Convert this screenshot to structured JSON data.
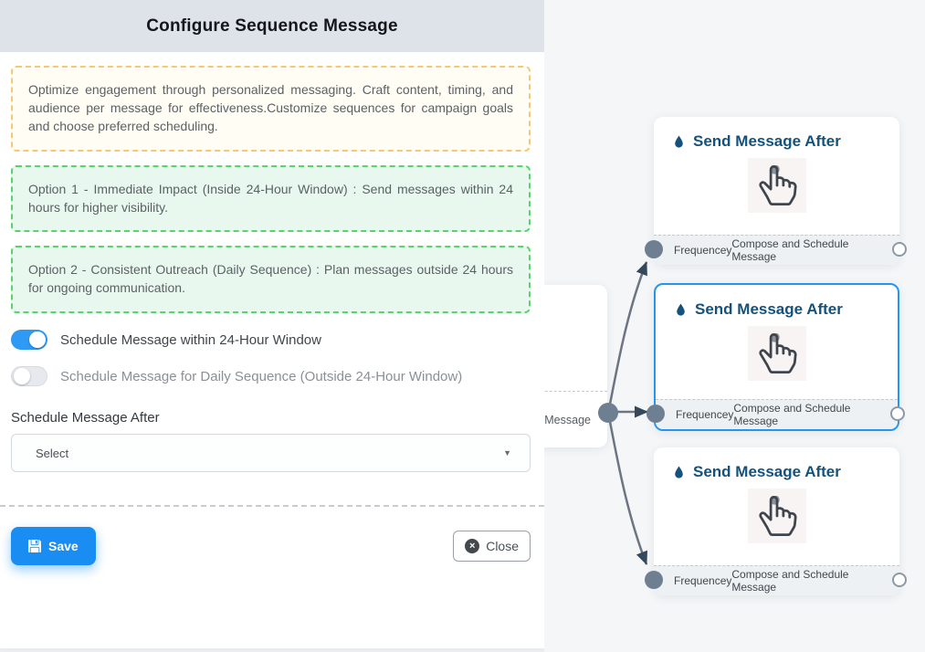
{
  "panel": {
    "title": "Configure Sequence Message",
    "intro_text": "Optimize engagement through personalized messaging. Craft content, timing, and audience per message for effectiveness.Customize sequences for campaign goals and choose preferred scheduling.",
    "option1_text": "Option 1 - Immediate Impact (Inside 24-Hour Window) : Send messages within 24 hours for higher visibility.",
    "option2_text": "Option 2 - Consistent Outreach (Daily Sequence) : Plan messages outside 24 hours for ongoing communication.",
    "toggle_within": {
      "label": "Schedule Message within 24-Hour Window",
      "state": "on"
    },
    "toggle_daily": {
      "label": "Schedule Message for Daily Sequence (Outside 24-Hour Window)",
      "state": "off"
    },
    "schedule_after_label": "Schedule Message After",
    "select_placeholder": "Select",
    "save_label": "Save",
    "close_label": "Close",
    "close_icon_glyph": "×"
  },
  "canvas": {
    "source_card": {
      "footer_fragment": "ce Message"
    },
    "cards": [
      {
        "title": "Send Message After",
        "footer_left": "Frequencey",
        "footer_right": "Compose and Schedule Message",
        "selected": false
      },
      {
        "title": "Send Message After",
        "footer_left": "Frequencey",
        "footer_right": "Compose and Schedule Message",
        "selected": true
      },
      {
        "title": "Send Message After",
        "footer_left": "Frequencey",
        "footer_right": "Compose and Schedule Message",
        "selected": false
      }
    ]
  },
  "icons": {
    "save": "floppy-disk-icon",
    "close": "close-circle-icon",
    "node_title": "droplet-icon",
    "node_body": "hand-pointer-click-icon",
    "select": "chevron-down-icon"
  },
  "colors": {
    "header_bg": "#dee3ea",
    "warning_border": "#f7c873",
    "warning_bg": "#fffdf4",
    "success_border": "#57d56c",
    "success_bg": "#e9f8ee",
    "toggle_on": "#2e9af3",
    "save_blue": "#1a8df3",
    "selected_node_border": "#2196f3",
    "node_title_navy": "#14527b",
    "edge_gray": "#6d7582",
    "node_handle_fill": "#6f7f92",
    "arrowhead": "#35495c",
    "canvas_bg": "#f4f6f8"
  }
}
